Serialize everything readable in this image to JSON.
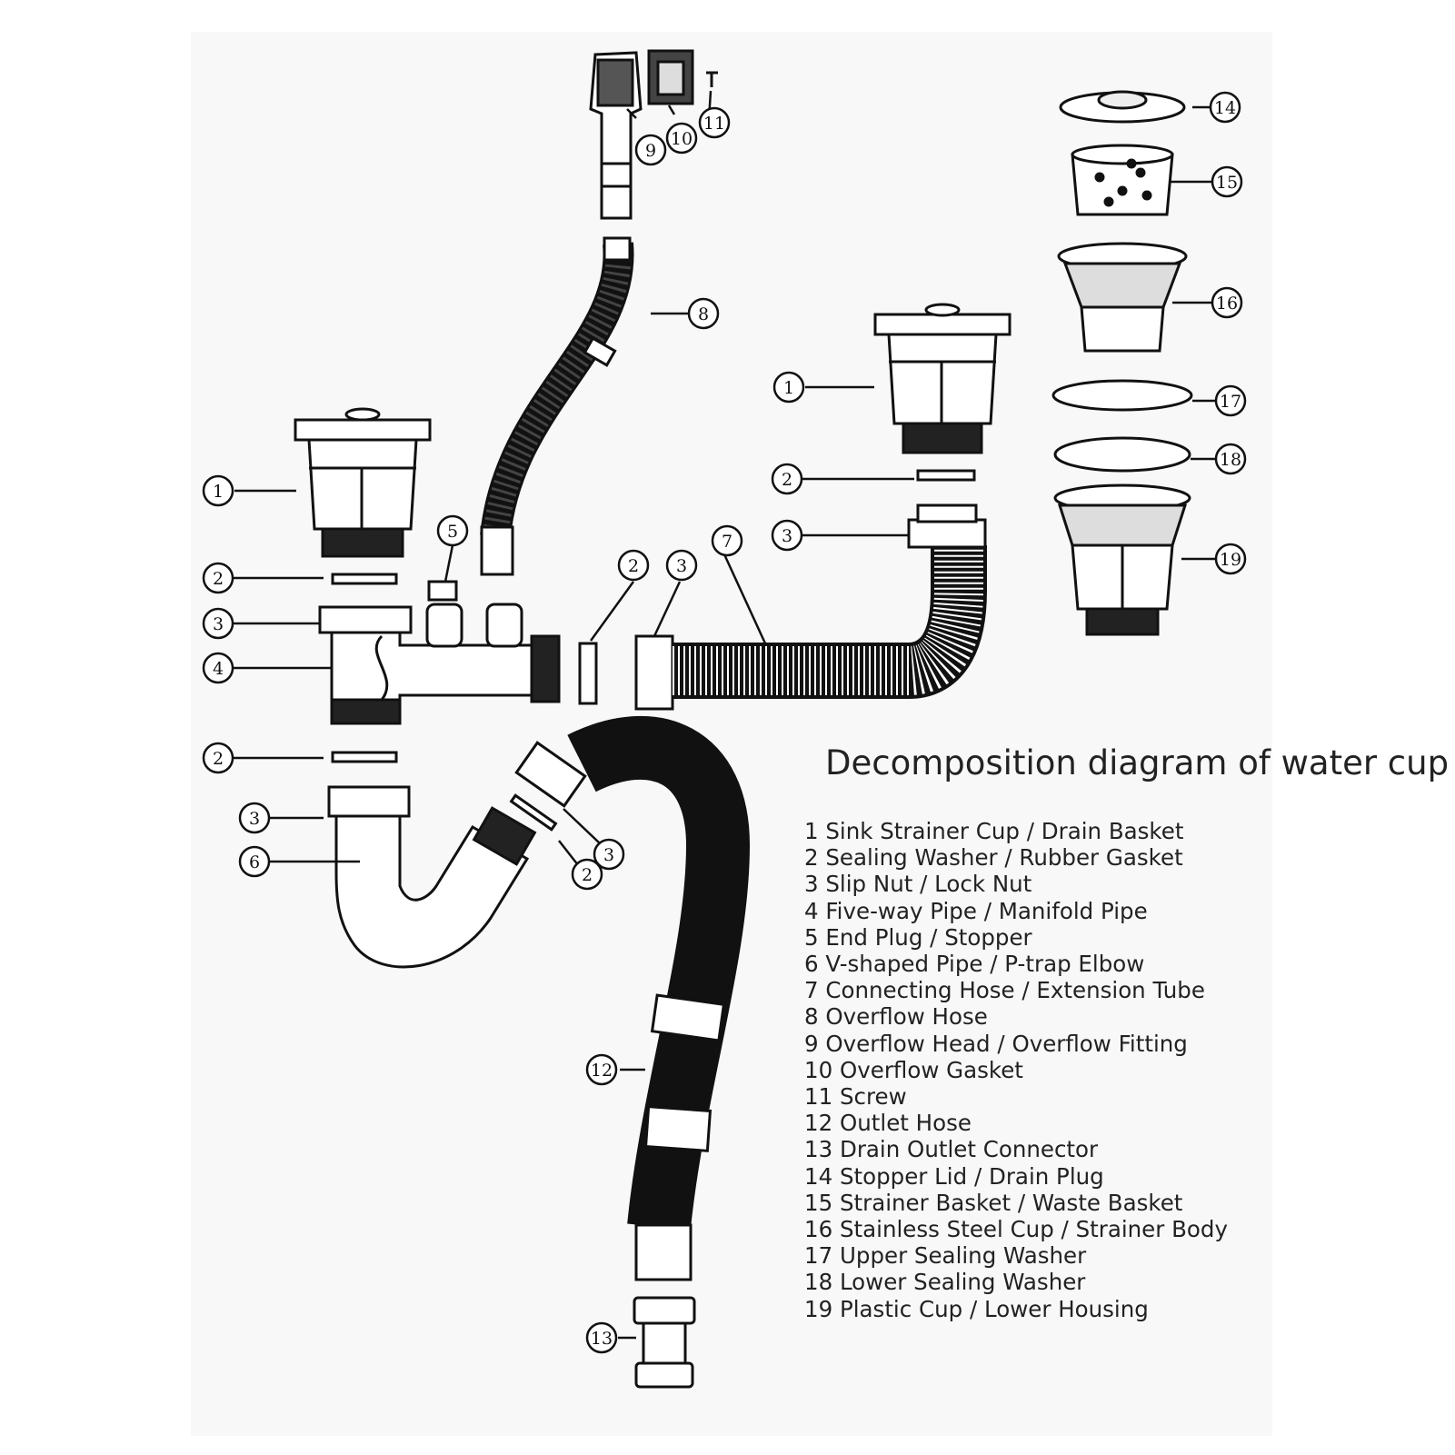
{
  "title": "Decomposition diagram of water cup",
  "legend": [
    "1   Sink Strainer Cup / Drain Basket",
    "2   Sealing Washer / Rubber Gasket",
    "3   Slip Nut / Lock Nut",
    "4  Five-way Pipe / Manifold Pipe",
    "5  End Plug / Stopper",
    "6  V-shaped Pipe / P-trap Elbow",
    "7  Connecting Hose / Extension Tube",
    "8   Overflow Hose",
    "9   Overflow Head / Overflow Fitting",
    "10  Overflow Gasket",
    "11 Screw",
    "12 Outlet Hose",
    "13  Drain Outlet Connector",
    "14  Stopper Lid / Drain Plug",
    "15  Strainer Basket / Waste Basket",
    "16  Stainless Steel Cup / Strainer Body",
    "17  Upper Sealing Washer",
    "18  Lower Sealing Washer",
    "19  Plastic Cup / Lower Housing"
  ],
  "callouts": [
    "1",
    "2",
    "3",
    "4",
    "5",
    "6",
    "7",
    "8",
    "9",
    "10",
    "11",
    "12",
    "13",
    "14",
    "15",
    "16",
    "17",
    "18",
    "19"
  ],
  "colors": {
    "ink": "#111111",
    "background": "#ffffff",
    "paper": "#f7f7f7"
  }
}
